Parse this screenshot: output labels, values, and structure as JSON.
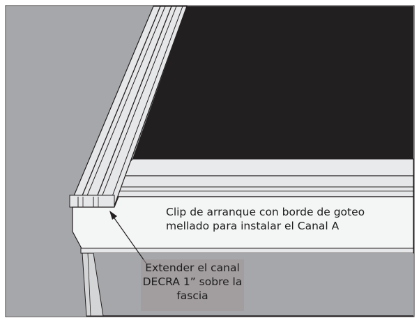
{
  "labels": {
    "clip": {
      "line1": "Clip de arranque con borde de goteo",
      "line2": "mellado para instalar el Canal A"
    },
    "extend": {
      "line1": "Extender el canal",
      "line2": "DECRA 1” sobre la",
      "line3": "fascia"
    }
  },
  "colors": {
    "wall": "#a5a7aa",
    "roof_panel": "#221f20",
    "trim": "#e6e7e8",
    "fascia": "#f3f4f4",
    "outline": "#231f20",
    "callout_box": "#b9b2b2"
  }
}
